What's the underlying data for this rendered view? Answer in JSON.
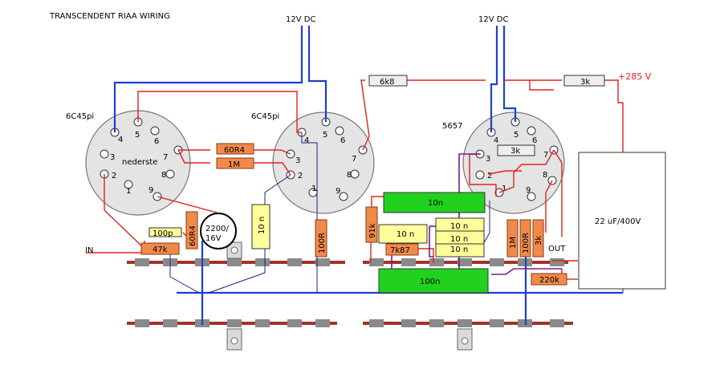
{
  "title": "TRANSCENDENT RIAA WIRING",
  "supplies": {
    "v12_left": "12V DC",
    "v12_right": "12V DC",
    "hv": "+285 V"
  },
  "tubes": {
    "t1": {
      "type": "6C45pi",
      "inner": "nederste",
      "pins": [
        "1",
        "2",
        "3",
        "4",
        "5",
        "6",
        "7",
        "8",
        "9"
      ]
    },
    "t2": {
      "type": "6C45pi",
      "pins": [
        "1",
        "2",
        "3",
        "4",
        "5",
        "6",
        "7",
        "8",
        "9"
      ]
    },
    "t3": {
      "type": "5657",
      "pins": [
        "1",
        "2",
        "3",
        "4",
        "5",
        "6",
        "7",
        "8",
        "9"
      ]
    }
  },
  "resistors": {
    "r_60r4_h": "60R4",
    "r_1m_h": "1M",
    "r_100p": "100p",
    "r_47k": "47k",
    "r_60r4_v": "60R4",
    "r_100r_mid": "100R",
    "r_6k8": "6k8",
    "r_3k_top": "3k",
    "r_3k_socket": "3k",
    "r_91k": "91k",
    "r_7k87": "7k87",
    "r_1m_right": "1M",
    "r_100r_right": "100R",
    "r_3k_right": "3k",
    "r_220k": "220k"
  },
  "caps": {
    "c_2200": "2200/",
    "c_2200_b": "16V",
    "c_10n_vert": "10 n",
    "c_10n_green": "10n",
    "c_10n_yellow": "10 n",
    "c_10n_a": "10 n",
    "c_10n_b": "10 n",
    "c_10n_c": "10 n",
    "c_100n": "100n",
    "c_big": "22 uF/400V"
  },
  "io": {
    "in": "IN",
    "out": "OUT"
  },
  "colors": {
    "wire_red": "#e52020",
    "wire_blue": "#1d3fcf",
    "wire_purple": "#7a1a8a",
    "resistor": "#f08a4b",
    "capacitor_yellow": "#ffff99",
    "capacitor_green": "#22d11e",
    "rail": "#a0332a"
  }
}
